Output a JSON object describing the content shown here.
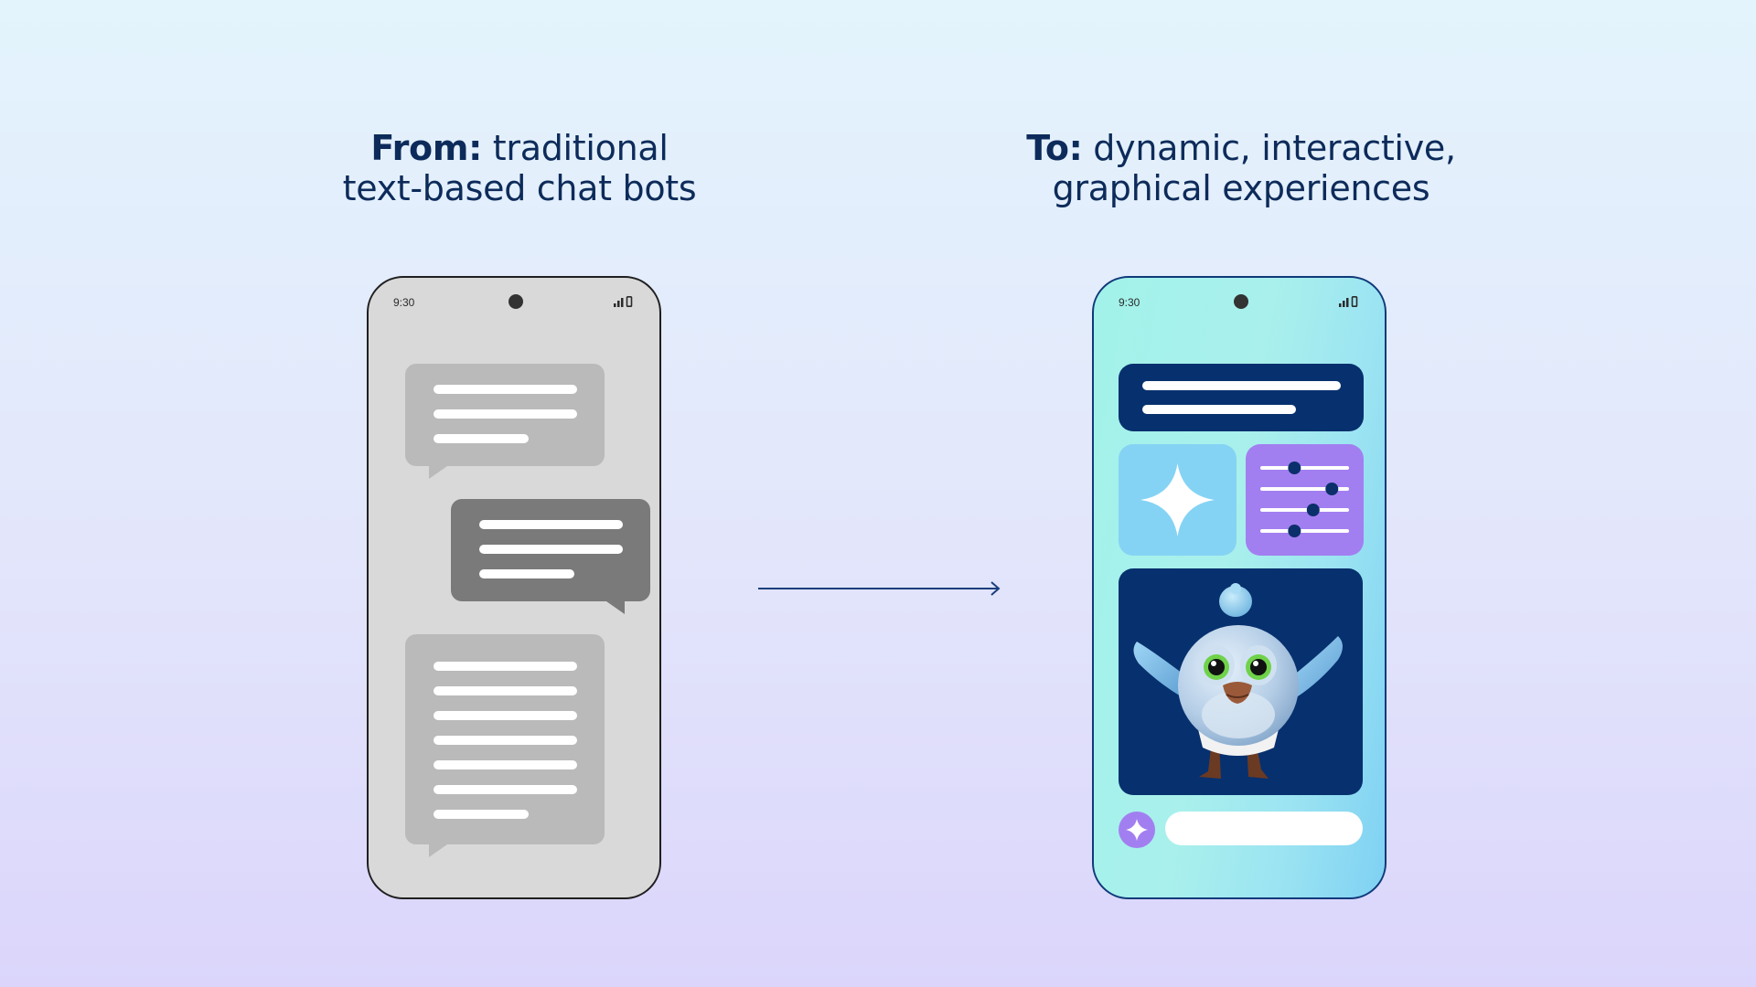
{
  "left_panel": {
    "heading_bold": "From:",
    "heading_line1_rest": " traditional",
    "heading_line2": "text-based chat bots",
    "phone": {
      "status_time": "9:30"
    }
  },
  "right_panel": {
    "heading_bold": "To:",
    "heading_line1_rest": " dynamic, interactive,",
    "heading_line2": "graphical experiences",
    "phone": {
      "status_time": "9:30"
    }
  },
  "icons": {
    "sparkle": "sparkle-icon",
    "sliders": "sliders-icon",
    "signal": "signal-icon",
    "battery": "battery-icon",
    "arrow": "arrow-right-icon",
    "mascot": "bird-mascot"
  },
  "colors": {
    "heading_text": "#0d2b5a",
    "old_phone_bg": "#d9d9d9",
    "bubble_light": "#bababa",
    "bubble_dark": "#7a7a7a",
    "card_navy": "#07306e",
    "card_light_blue": "#85d3f4",
    "card_purple": "#a27ff0",
    "arrow": "#1b3f7d"
  },
  "slider_levels": [
    0.38,
    0.82,
    0.6,
    0.38
  ]
}
